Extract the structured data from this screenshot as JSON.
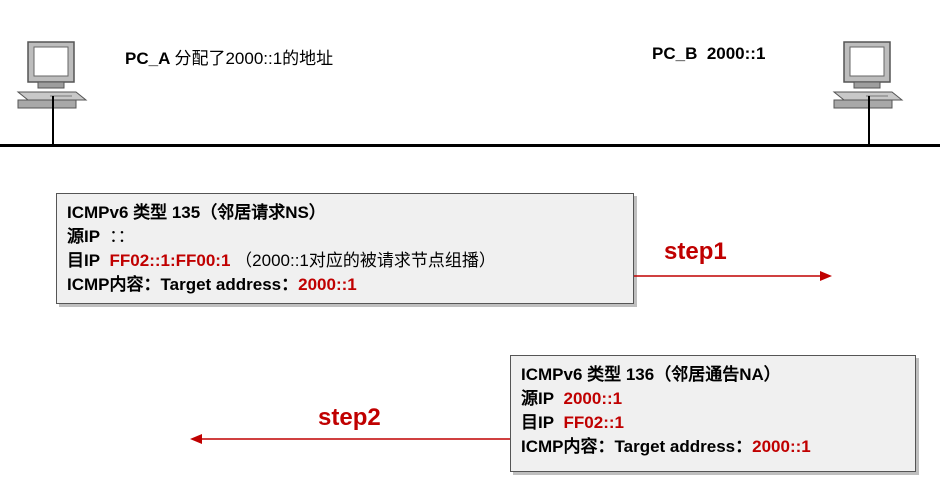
{
  "pc_a": {
    "name": "PC_A",
    "desc": "分配了2000::1的地址"
  },
  "pc_b": {
    "name": "PC_B",
    "addr": "2000::1"
  },
  "ns_box": {
    "line1": "ICMPv6 类型 135（邻居请求NS）",
    "src_label": "源IP",
    "src_value": "：：",
    "dst_label": "目IP",
    "dst_value": "FF02::1:FF00:1",
    "dst_note": "（2000::1对应的被请求节点组播）",
    "content_label": "ICMP内容：Target  address：",
    "content_value": "2000::1"
  },
  "na_box": {
    "line1": "ICMPv6 类型 136（邻居通告NA）",
    "src_label": "源IP",
    "src_value": "2000::1",
    "dst_label": "目IP",
    "dst_value": "FF02::1",
    "content_label": "ICMP内容：Target  address：",
    "content_value": "2000::1"
  },
  "step1": "step1",
  "step2": "step2",
  "colors": {
    "accent": "#c00000",
    "box_bg": "#f0f0f0"
  }
}
